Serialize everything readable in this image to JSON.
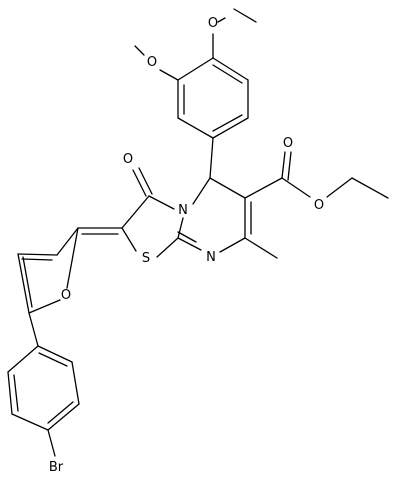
{
  "molecule": {
    "atom_labels": {
      "O_methoxy_top": "O",
      "O_methoxy_left": "O",
      "O_ketone": "O",
      "N_ring": "N",
      "S_ring": "S",
      "N_imine": "N",
      "O_furan": "O",
      "O_ester_carbonyl": "O",
      "O_ester_ether": "O",
      "Br": "Br"
    }
  }
}
